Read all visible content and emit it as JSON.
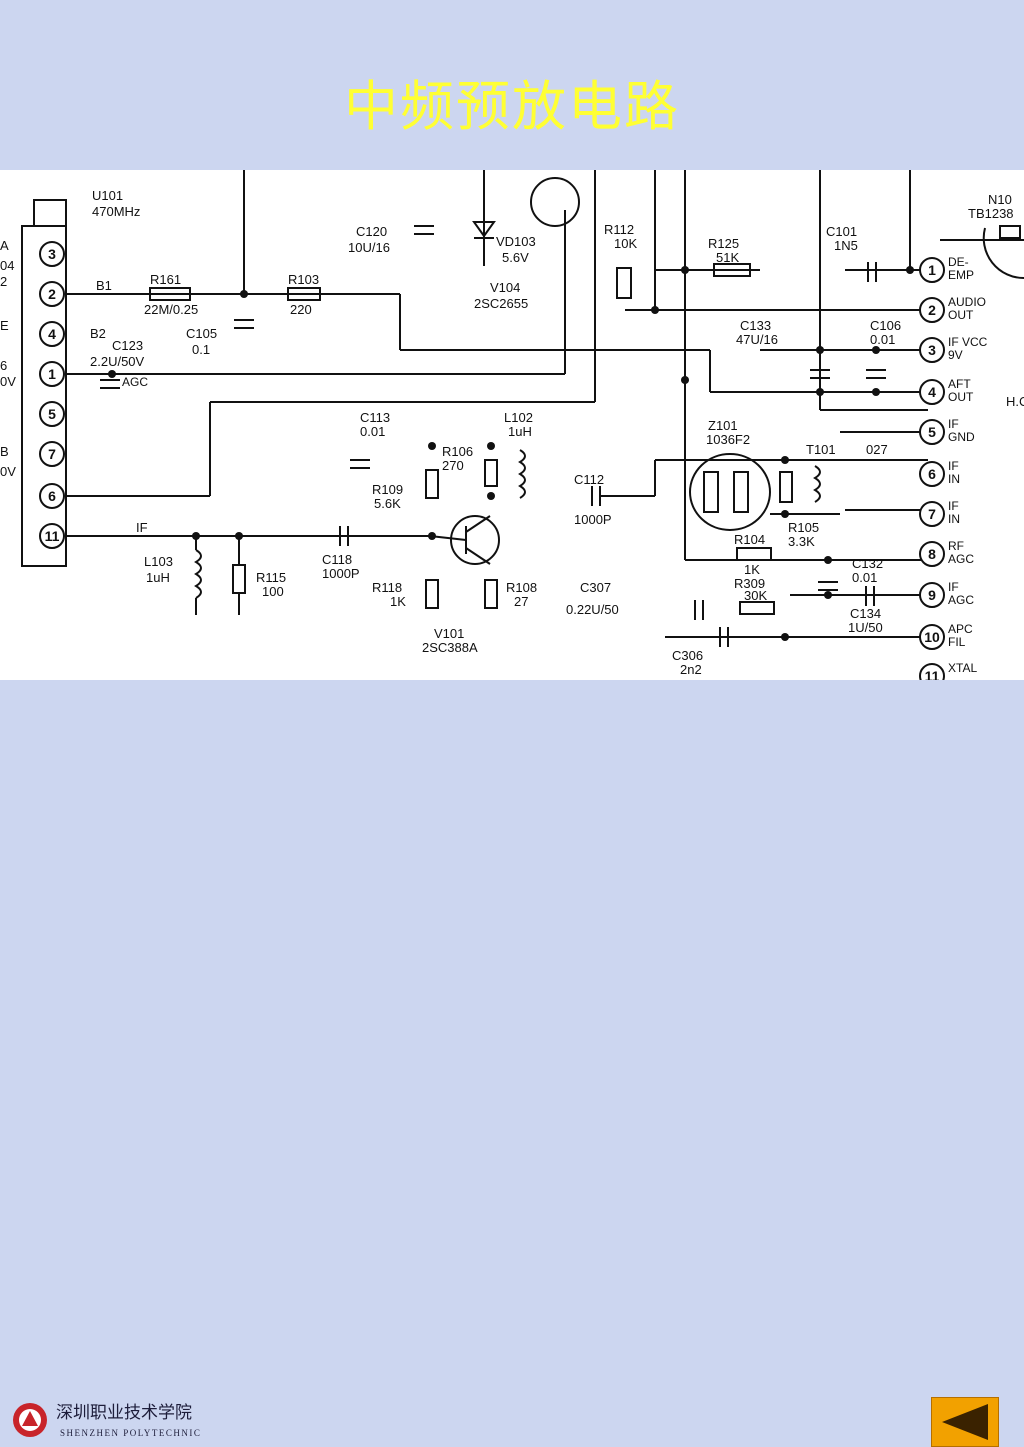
{
  "slide": {
    "title": "中频预放电路"
  },
  "schematic": {
    "tuner": {
      "ref": "U101",
      "freq": "470MHz",
      "pins": [
        "3",
        "2",
        "4",
        "1",
        "5",
        "7",
        "6",
        "11"
      ]
    },
    "left_edge_labels": [
      "A",
      "04",
      "2",
      "E",
      "6",
      "0V",
      "B",
      "0V"
    ],
    "bus_labels": [
      "B1",
      "B2",
      "AGC",
      "IF"
    ],
    "components": [
      {
        "ref": "R161",
        "value": "22M/0.25"
      },
      {
        "ref": "R103",
        "value": "220"
      },
      {
        "ref": "C105",
        "value": "0.1"
      },
      {
        "ref": "C123",
        "value": "2.2U/50V"
      },
      {
        "ref": "C120",
        "value": "10U/16"
      },
      {
        "ref": "VD103",
        "value": "5.6V"
      },
      {
        "ref": "V104",
        "value": "2SC2655"
      },
      {
        "ref": "R112",
        "value": "10K"
      },
      {
        "ref": "R125",
        "value": "51K"
      },
      {
        "ref": "C101",
        "value": "1N5"
      },
      {
        "ref": "C133",
        "value": "47U/16"
      },
      {
        "ref": "C106",
        "value": "0.01"
      },
      {
        "ref": "C113",
        "value": "0.01"
      },
      {
        "ref": "L102",
        "value": "1uH"
      },
      {
        "ref": "R106",
        "value": "270"
      },
      {
        "ref": "R109",
        "value": "5.6K"
      },
      {
        "ref": "C112",
        "value": "1000P"
      },
      {
        "ref": "Z101",
        "value": "1036F2"
      },
      {
        "ref": "T101",
        "value": "027"
      },
      {
        "ref": "R105",
        "value": "3.3K"
      },
      {
        "ref": "R104",
        "value": "1K"
      },
      {
        "ref": "R309",
        "value": "30K"
      },
      {
        "ref": "C132",
        "value": "0.01"
      },
      {
        "ref": "C134",
        "value": "1U/50"
      },
      {
        "ref": "C307",
        "value": "0.22U/50"
      },
      {
        "ref": "C306",
        "value": "2n2"
      },
      {
        "ref": "L103",
        "value": "1uH"
      },
      {
        "ref": "R115",
        "value": "100"
      },
      {
        "ref": "C118",
        "value": "1000P"
      },
      {
        "ref": "R118",
        "value": "1K"
      },
      {
        "ref": "R108",
        "value": "27"
      },
      {
        "ref": "V101",
        "value": "2SC388A"
      }
    ],
    "ic_pins": [
      {
        "num": "1",
        "label": "DE-\nEMP"
      },
      {
        "num": "2",
        "label": "AUDIO\nOUT"
      },
      {
        "num": "3",
        "label": "IF VCC\n9V"
      },
      {
        "num": "4",
        "label": "AFT\nOUT"
      },
      {
        "num": "5",
        "label": "IF\nGND"
      },
      {
        "num": "6",
        "label": "IF\nIN"
      },
      {
        "num": "7",
        "label": "IF\nIN"
      },
      {
        "num": "8",
        "label": "RF\nAGC"
      },
      {
        "num": "9",
        "label": "IF\nAGC"
      },
      {
        "num": "10",
        "label": "APC\nFIL"
      },
      {
        "num": "11",
        "label": "XTAL"
      }
    ],
    "right_edge": {
      "ref": "N10",
      "part": "TB1238",
      "extra": "H.C"
    }
  },
  "footer": {
    "school_cn": "深圳职业技术学院",
    "school_en": "SHENZHEN  POLYTECHNIC"
  },
  "colors": {
    "background": "#ccd6f0",
    "title": "#ffff33",
    "button": "#f2a100"
  }
}
